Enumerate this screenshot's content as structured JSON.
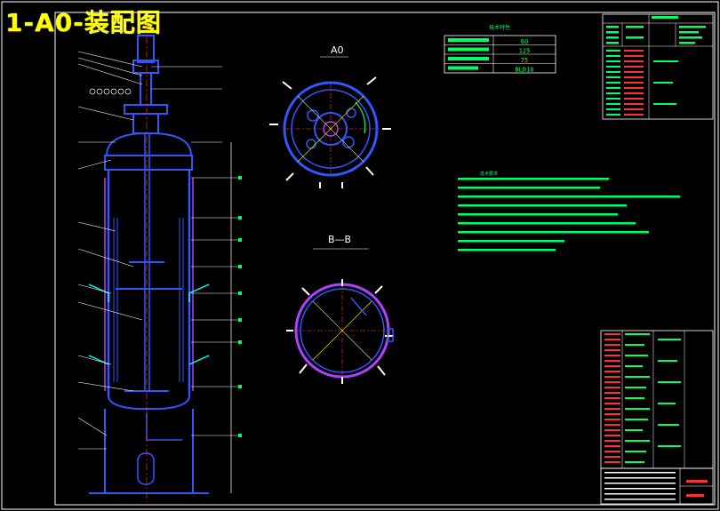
{
  "title": "1-A0-装配图",
  "views": {
    "top_view_label": "A0",
    "section_label": "B—B"
  },
  "params_table": {
    "header": "技术特性",
    "rows": [
      {
        "label": "",
        "value": "60"
      },
      {
        "label": "",
        "value": "125"
      },
      {
        "label": "",
        "value": "75"
      },
      {
        "label": "",
        "value": "BLD18"
      }
    ]
  },
  "notes": {
    "heading": "技术要求",
    "lines": [
      "",
      "",
      "",
      "",
      "",
      "",
      "",
      "",
      ""
    ]
  },
  "colors": {
    "background": "#000000",
    "frame": "#ffffff",
    "vessel": "#3355ff",
    "jacket": "#b040ff",
    "dim": "#00ff66",
    "text": "#ffff00",
    "red": "#ff3030",
    "cyan": "#00ffff"
  },
  "title_block": {
    "drawing_no": "",
    "sheet": ""
  }
}
